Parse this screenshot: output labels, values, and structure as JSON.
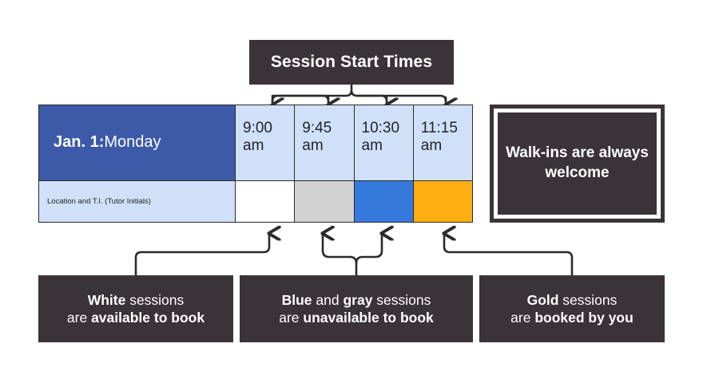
{
  "title_box": {
    "label": "Session Start Times"
  },
  "walkins": {
    "line1": "Walk-ins are",
    "line2": "always welcome"
  },
  "schedule": {
    "day": {
      "date_label": "Jan. 1:",
      "day_name": " Monday",
      "sub_label": "Location and T.I. (Tutor Initials)"
    },
    "slots": [
      {
        "time": "9:00",
        "meridiem": "am",
        "status": "available",
        "color": "#ffffff"
      },
      {
        "time": "9:45",
        "meridiem": "am",
        "status": "unavailable",
        "color": "#d2d2d2"
      },
      {
        "time": "10:30",
        "meridiem": "am",
        "status": "unavailable",
        "color": "#3579dc"
      },
      {
        "time": "11:15",
        "meridiem": "am",
        "status": "booked",
        "color": "#ffae11"
      }
    ]
  },
  "legend": [
    {
      "id": "white",
      "line1_strong": "White",
      "line1_rest": " sessions",
      "line2_lead": "are ",
      "line2_strong": "available to book"
    },
    {
      "id": "blue-gray",
      "line1_strong": "Blue",
      "line1_mid": " and ",
      "line1_strong2": "gray",
      "line1_rest": " sessions",
      "line2_lead": "are ",
      "line2_strong": "unavailable to book"
    },
    {
      "id": "gold",
      "line1_strong": "Gold",
      "line1_rest": " sessions",
      "line2_lead": "are ",
      "line2_strong": "booked by you"
    }
  ],
  "colors": {
    "dark": "#3a3338",
    "header_blue": "#3c5aa8",
    "light_blue": "#cfe0f8",
    "cell_blue": "#3579dc",
    "cell_gold": "#ffae11",
    "cell_gray": "#d2d2d2",
    "cell_white": "#ffffff",
    "border": "#2b2b2b"
  }
}
